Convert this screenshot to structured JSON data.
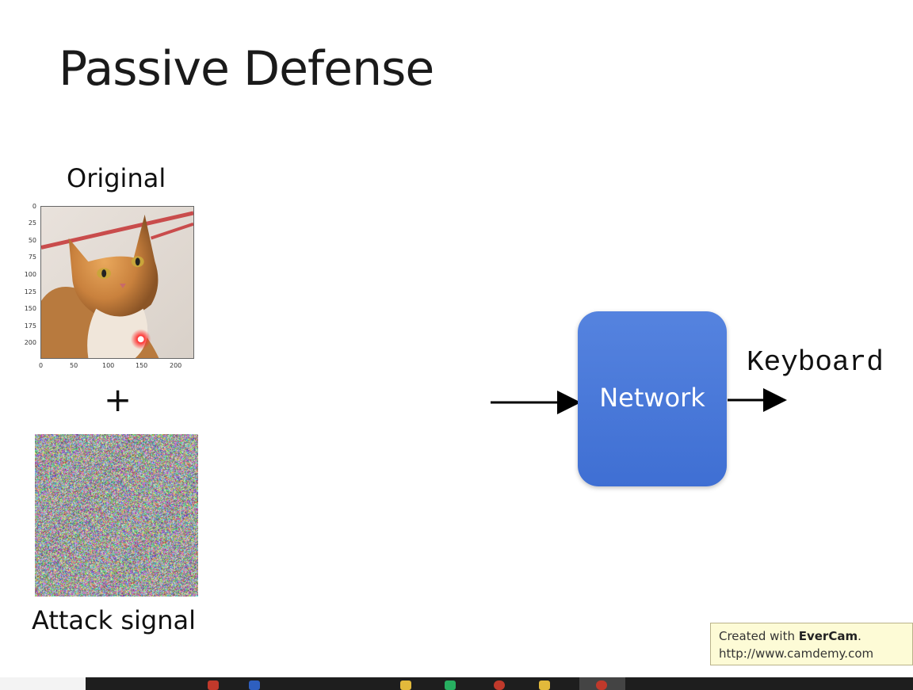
{
  "slide": {
    "title": "Passive Defense"
  },
  "original_panel": {
    "label": "Original",
    "y_ticks": [
      "0",
      "25",
      "50",
      "75",
      "100",
      "125",
      "150",
      "175",
      "200"
    ],
    "x_ticks": [
      "0",
      "50",
      "100",
      "150",
      "200"
    ]
  },
  "operator": {
    "symbol": "+"
  },
  "attack_panel": {
    "label": "Attack signal"
  },
  "network": {
    "label": "Network",
    "fill_color": "#3f6fd3"
  },
  "output": {
    "label": "Keyboard"
  },
  "watermark": {
    "line1_prefix": "Created with ",
    "line1_brand": "EverCam",
    "line1_suffix": ".",
    "line2": "http://www.camdemy.com"
  }
}
